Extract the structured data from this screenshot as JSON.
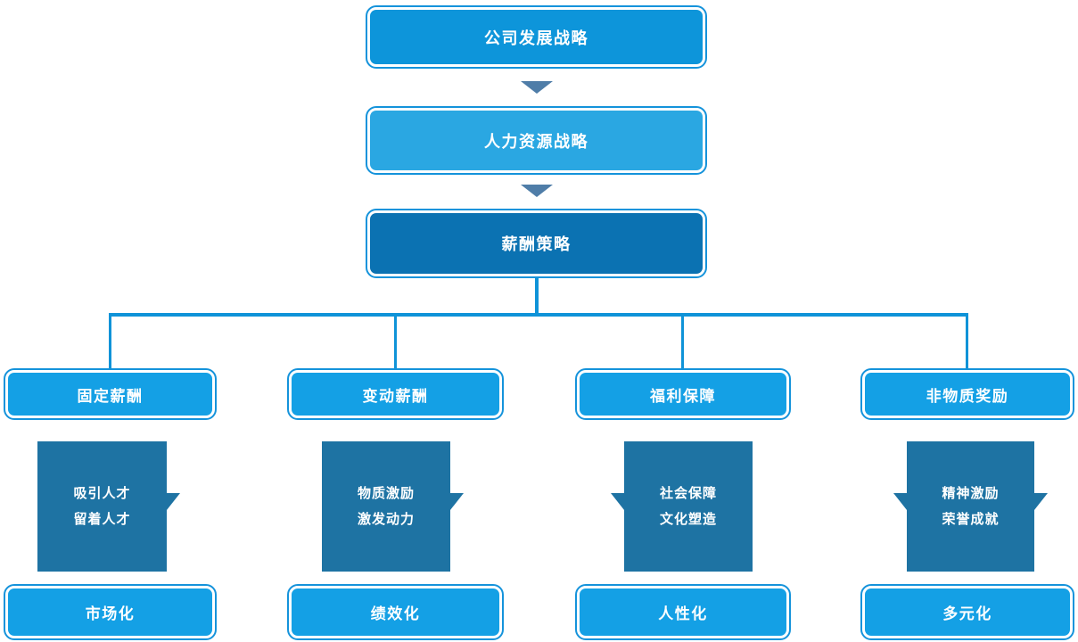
{
  "nodes": {
    "level1": "公司发展战略",
    "level2": "人力资源战略",
    "level3": "薪酬策略"
  },
  "branches": [
    {
      "header": "固定薪酬",
      "lines": [
        "吸引人才",
        "留着人才"
      ],
      "footer": "市场化"
    },
    {
      "header": "变动薪酬",
      "lines": [
        "物质激励",
        "激发动力"
      ],
      "footer": "绩效化"
    },
    {
      "header": "福利保障",
      "lines": [
        "社会保障",
        "文化塑造"
      ],
      "footer": "人性化"
    },
    {
      "header": "非物质奖励",
      "lines": [
        "精神激励",
        "荣誉成就"
      ],
      "footer": "多元化"
    }
  ],
  "colors": {
    "top_box_fill": "#0D95DA",
    "hr_box_fill": "#2AA7E2",
    "salary_box_fill": "#0B72B2",
    "branch_box_fill": "#14A0E5",
    "ribbon_fill": "#1E73A3",
    "arrow": "#4F7DA8",
    "connector": "#0F93D8",
    "box_outline": "#1593DB",
    "text": "#FFFFFF"
  }
}
